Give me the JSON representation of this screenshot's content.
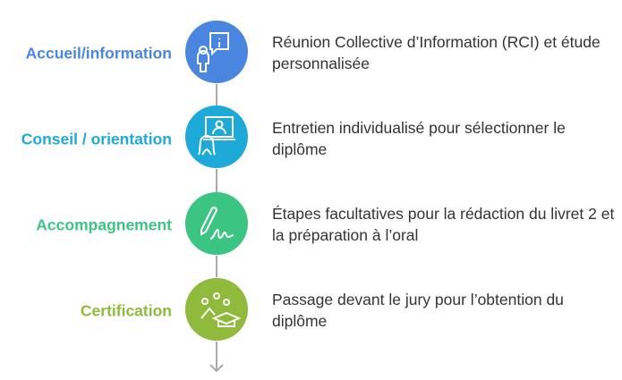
{
  "steps": [
    {
      "label": "Accueil/information",
      "description": "Réunion Collective d’Information (RCI) et étude personnalisée",
      "color": "#4a86e0",
      "icon": "person-info-icon"
    },
    {
      "label": "Conseil / orientation",
      "description": "Entretien individualisé pour sélectionner le diplôme",
      "color": "#1eaad9",
      "icon": "video-consultation-icon"
    },
    {
      "label": "Accompagnement",
      "description": "Étapes facultatives pour la rédaction du livret 2 et la préparation à l’oral",
      "color": "#3cc482",
      "icon": "pen-signature-icon"
    },
    {
      "label": "Certification",
      "description": "Passage devant le jury pour l’obtention du diplôme",
      "color": "#8fba3b",
      "icon": "graduation-cap-icon"
    }
  ]
}
